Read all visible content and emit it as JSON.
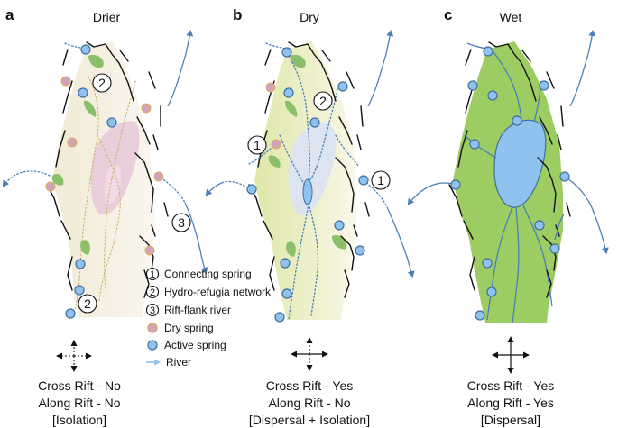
{
  "colors": {
    "active_spring": "#8fc2ee",
    "dry_spring": "#d3a2c0",
    "river": "#4a7fb8",
    "refugia_patch": "#8cbf6a",
    "wet_fill": "#9dcc63",
    "dry_fill": "#eaefc4",
    "drier_fill": "#f4eddf",
    "drier_lake": "#e6c7d9",
    "dry_lake": "#d9e2f4",
    "wet_lake": "#8fc2ee"
  },
  "panels": [
    {
      "letter": "a",
      "title": "Drier",
      "caption": [
        "Cross Rift - No",
        "Along Rift - No",
        "[Isolation]"
      ],
      "arrows": "dashed"
    },
    {
      "letter": "b",
      "title": "Dry",
      "caption": [
        "Cross Rift - Yes",
        "Along Rift - No",
        "[Dispersal + Isolation]"
      ],
      "arrows": "mixed"
    },
    {
      "letter": "c",
      "title": "Wet",
      "caption": [
        "Cross Rift - Yes",
        "Along Rift - Yes",
        "[Dispersal]"
      ],
      "arrows": "solid"
    }
  ],
  "markers": {
    "one": "1",
    "two": "2",
    "three": "3"
  },
  "legend": {
    "items": [
      {
        "symbol": "1",
        "label": "Connecting spring"
      },
      {
        "symbol": "2",
        "label": "Hydro-refugia network"
      },
      {
        "symbol": "3",
        "label": "Rift-flank river"
      },
      {
        "symbol": "dry-spring-icon",
        "label": "Dry spring"
      },
      {
        "symbol": "active-spring-icon",
        "label": "Active spring"
      },
      {
        "symbol": "river-arrow-icon",
        "label": "River"
      }
    ]
  }
}
